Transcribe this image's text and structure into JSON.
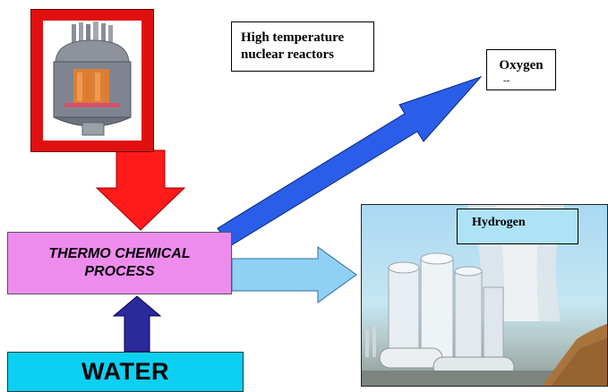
{
  "labels": {
    "reactor": "High temperature nuclear reactors",
    "oxygen": "Oxygen",
    "oxygen_mark": "--",
    "process": "THERMO CHEMICAL PROCESS",
    "water": "WATER",
    "hydrogen": "Hydrogen"
  },
  "colors": {
    "reactor_frame": "#e01010",
    "heat_arrow": "#ff1a1a",
    "oxygen_arrow": "#2a5ee8",
    "hydrogen_arrow": "#8fd0f4",
    "water_arrow": "#2a2a9c",
    "process_fill": "#ee8cee",
    "water_fill": "#0cd0f2"
  },
  "images": {
    "reactor": "nuclear-reactor-cutaway-illustration",
    "plant": "hydrogen-production-plant-illustration"
  }
}
